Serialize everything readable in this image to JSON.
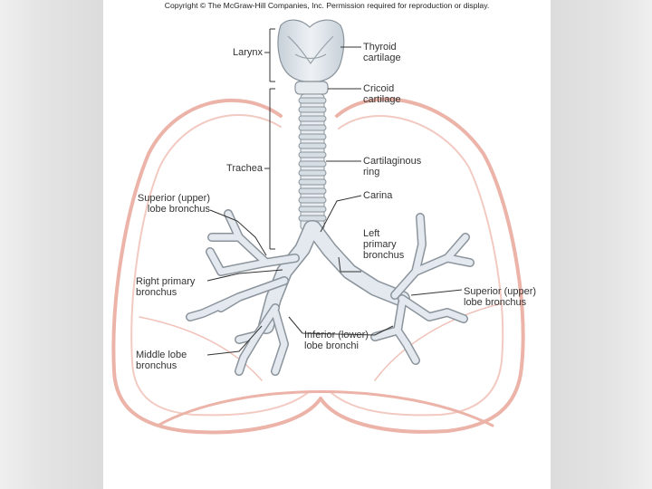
{
  "copyright": "Copyright © The McGraw-Hill Companies, Inc. Permission required for reproduction or display.",
  "labels": {
    "larynx": "Larynx",
    "thyroid_cartilage": "Thyroid\ncartilage",
    "cricoid_cartilage": "Cricoid\ncartilage",
    "trachea": "Trachea",
    "cartilaginous_ring": "Cartilaginous\nring",
    "carina": "Carina",
    "superior_lobe_bronchus_right": "Superior (upper)\nlobe bronchus",
    "left_primary_bronchus": "Left\nprimary\nbronchus",
    "right_primary_bronchus": "Right primary\nbronchus",
    "superior_lobe_bronchus_left": "Superior (upper)\nlobe bronchus",
    "inferior_lobe_bronchi": "Inferior (lower)\nlobe bronchi",
    "middle_lobe_bronchus": "Middle lobe\nbronchus"
  },
  "colors": {
    "lung_outline": "#ecb3a8",
    "airway_fill": "#dde4ea",
    "airway_stroke": "#8b949c",
    "leader": "#333333",
    "background": "#e3e3e3"
  }
}
